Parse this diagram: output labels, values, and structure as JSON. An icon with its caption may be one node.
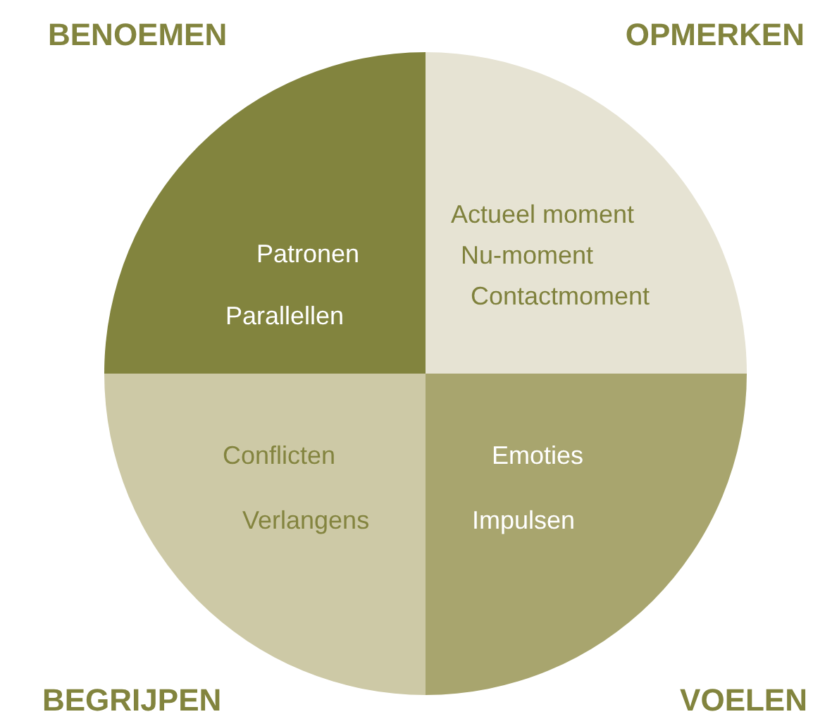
{
  "diagram": {
    "nodes": [
      {
        "text": [
          "Patronen",
          "Parallellen"
        ]
      },
      {
        "text": [
          "Actueel moment",
          "Nu-moment",
          "Contactmoment"
        ]
      },
      {
        "text": [
          "Conflicten",
          "Verlangens"
        ]
      },
      {
        "text": [
          "Emoties",
          "Impulsen"
        ]
      }
    ],
    "labels": [
      "BENOEMEN",
      "OPMERKEN",
      "BEGRIJPEN",
      "VOELEN"
    ]
  }
}
